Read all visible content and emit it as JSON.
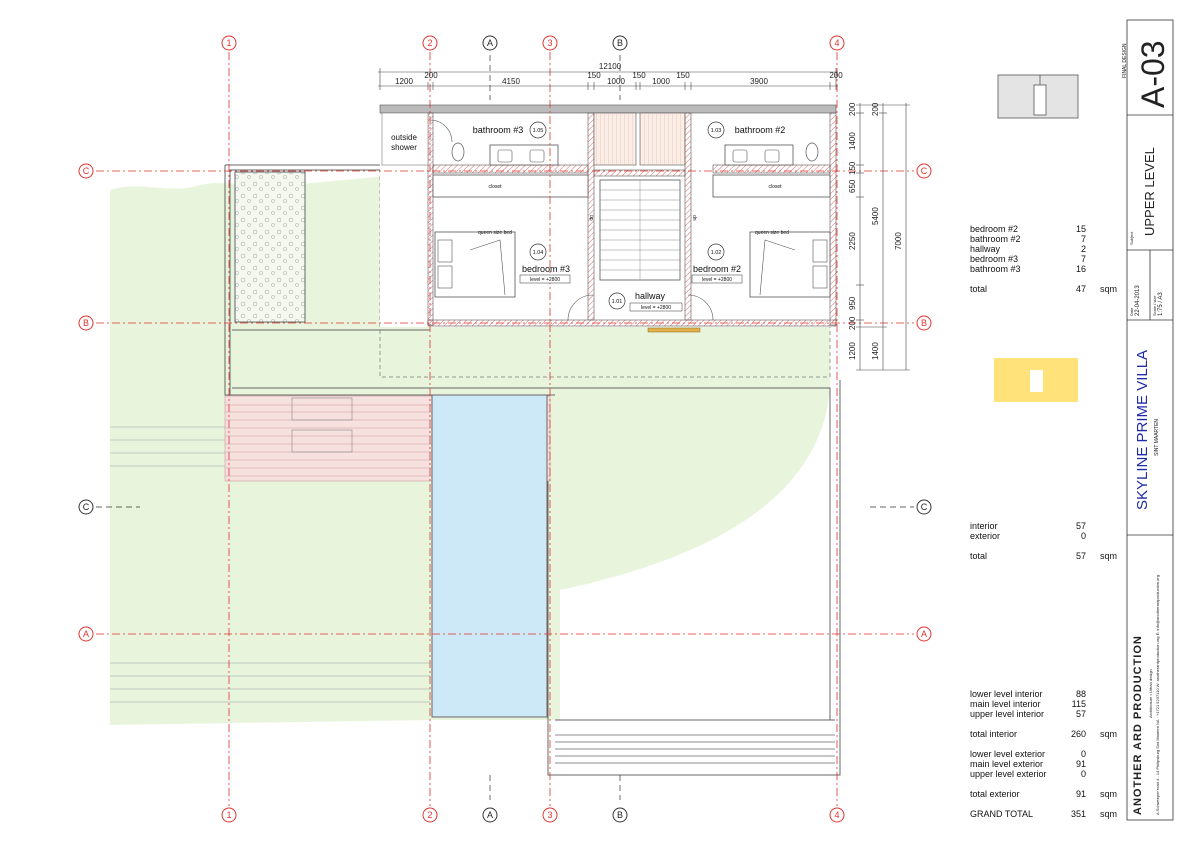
{
  "gridlines": {
    "numbers": [
      "1",
      "2",
      "3",
      "4"
    ],
    "letters": [
      "A",
      "B",
      "C"
    ]
  },
  "dimensions": {
    "overall": "12100",
    "top_chain": [
      "1200",
      "200",
      "4150",
      "150",
      "1000",
      "150",
      "1000",
      "150",
      "3900",
      "200"
    ],
    "right_chain_inner": [
      "200",
      "1400",
      "150",
      "650",
      "2250",
      "950",
      "200",
      "1200"
    ],
    "right_chain_outer": [
      "200",
      "5400",
      "1400"
    ],
    "right_overall": "7000"
  },
  "rooms": [
    {
      "name": "bathroom #3",
      "code": "1.05"
    },
    {
      "name": "bathroom #2",
      "code": "1.03"
    },
    {
      "name": "bedroom #3",
      "code": "1.04",
      "level": "level = +2800"
    },
    {
      "name": "bedroom #2",
      "code": "1.02",
      "level": "level = +2800"
    },
    {
      "name": "hallway",
      "code": "1.01",
      "level": "level = +2800"
    }
  ],
  "labels": {
    "outside": "outside",
    "shower": "shower",
    "closet": "closet",
    "queen_bed": "queen size bed",
    "stair_up": "up",
    "stair_dn": "dn"
  },
  "area_table_1": {
    "rows": [
      {
        "label": "bedroom #2",
        "value": "15"
      },
      {
        "label": "bathroom #2",
        "value": "7"
      },
      {
        "label": "hallway",
        "value": "2"
      },
      {
        "label": "bedroom #3",
        "value": "7"
      },
      {
        "label": "bathroom #3",
        "value": "16"
      }
    ],
    "total": {
      "label": "total",
      "value": "47",
      "unit": "sqm"
    }
  },
  "area_table_2": {
    "rows": [
      {
        "label": "interior",
        "value": "57"
      },
      {
        "label": "exterior",
        "value": "0"
      }
    ],
    "total": {
      "label": "total",
      "value": "57",
      "unit": "sqm"
    }
  },
  "area_table_3": {
    "interior_rows": [
      {
        "label": "lower level interior",
        "value": "88"
      },
      {
        "label": "main level interior",
        "value": "115"
      },
      {
        "label": "upper level interior",
        "value": "57"
      }
    ],
    "total_interior": {
      "label": "total interior",
      "value": "260",
      "unit": "sqm"
    },
    "exterior_rows": [
      {
        "label": "lower level exterior",
        "value": "0"
      },
      {
        "label": "main level exterior",
        "value": "91"
      },
      {
        "label": "upper level exterior",
        "value": "0"
      }
    ],
    "total_exterior": {
      "label": "total exterior",
      "value": "91",
      "unit": "sqm"
    },
    "grand_total": {
      "label": "GRAND TOTAL",
      "value": "351",
      "unit": "sqm"
    }
  },
  "title_block": {
    "status": "FINAL DESIGN",
    "sheet": "A-03",
    "subject_label": "Subject",
    "subject": "UPPER LEVEL",
    "date_label": "Date",
    "date": "22-04-2013",
    "scale_label": "Scale / size",
    "scale": "1:75 / A3",
    "project": "SKYLINE PRIME VILLA",
    "location": "SINT MAARTEN",
    "company": "ANOTHER ARD PRODUCTION",
    "company_sub": "Architecture • Urban design",
    "company_address": "A.Schweeper road 4 - 14 Philipsburg Sint Maarten NA · +1721 5237110 W: anotherardproduction.org E: info@anotherardproduction.org"
  },
  "colors": {
    "grid": "#e0342f",
    "lawn": "#e8f5dc",
    "pool": "#cde8f7",
    "deck": "#f4cccc",
    "key_plan": "#ffe27a",
    "project_blue": "#1f2ba8",
    "hatch": "#e06a6a",
    "stair_tread": "#f2e6d5"
  }
}
